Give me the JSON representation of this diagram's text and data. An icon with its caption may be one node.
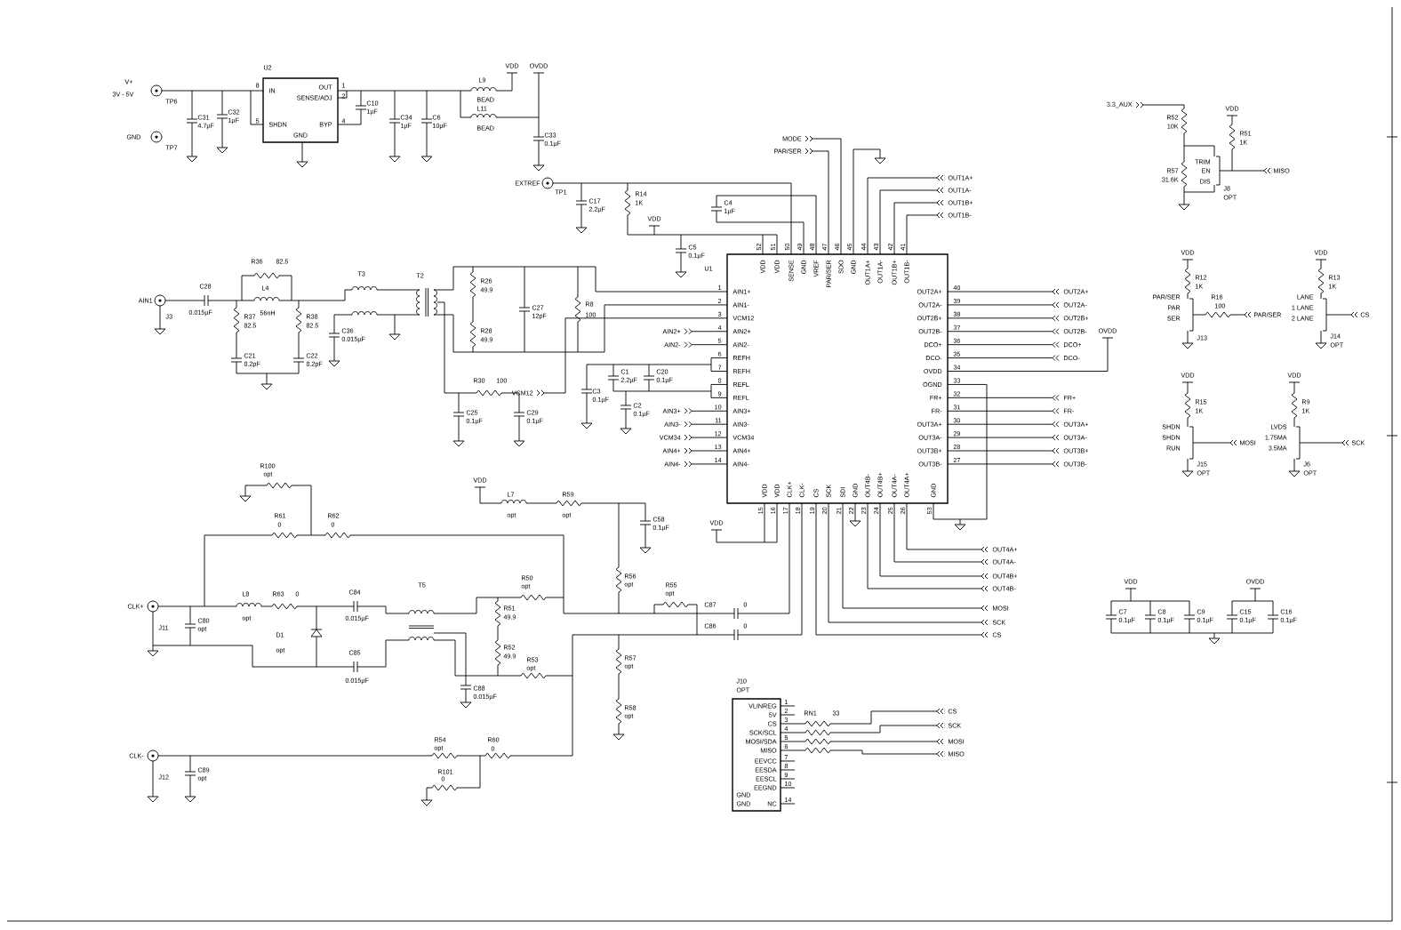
{
  "diagram": {
    "nodes": [
      {
        "text": [
          "U2",
          "IN",
          "SHDN",
          "OUT",
          "SENSE/ADJ",
          "BYP",
          "GND"
        ]
      },
      {
        "text": [
          "U1",
          "AIN1+",
          "AIN1-",
          "VCM12",
          "AIN2+",
          "AIN2-",
          "REFH",
          "REFH",
          "REFL",
          "REFL",
          "AIN3+",
          "AIN3-",
          "VCM34",
          "AIN4+",
          "AIN4-",
          "VDD",
          "VDD",
          "SENSE",
          "GND",
          "VREF",
          "PAR/SER",
          "SDO",
          "GND",
          "OUT1A+",
          "OUT1A-",
          "OUT1B+",
          "OUT1B-",
          "OUT2A+",
          "OUT2A-",
          "OUT2B+",
          "OUT2B-",
          "DCO+",
          "DCO-",
          "OVDD",
          "OGND",
          "FR+",
          "FR-",
          "OUT3A+",
          "OUT3A-",
          "OUT3B+",
          "OUT3B-",
          "VDD",
          "VDD",
          "CLK+",
          "CLK-",
          "CS",
          "SCK",
          "SDI",
          "GND",
          "OUT4B-",
          "OUT4B+",
          "OUT4A-",
          "OUT4A+",
          "GND"
        ]
      },
      {
        "text": [
          "J10",
          "OPT",
          "VLINREG",
          "5V",
          "CS",
          "SCK/SCL",
          "MOSI/SDA",
          "MISO",
          "EEVCC",
          "EESDA",
          "EESCL",
          "EEGND",
          "GND",
          "GND",
          "NC"
        ]
      }
    ],
    "labels": [
      "V+",
      "3V - 5V",
      "TP6",
      "GND",
      "TP7",
      "C31",
      "4.7µF",
      "C32",
      "1µF",
      "8",
      "5",
      "1",
      "2",
      "4",
      "C10",
      "1µF",
      "C34",
      "1µF",
      "C6",
      "10µF",
      "L9",
      "BEAD",
      "L11",
      "BEAD",
      "VDD",
      "OVDD",
      "C33",
      "0.1µF",
      "EXTREF",
      "TP1",
      "C17",
      "2.2µF",
      "R14",
      "1K",
      "VDD",
      "C5",
      "0.1µF",
      "C4",
      "1µF",
      "MODE",
      "PAR/SER",
      "OUT1A+",
      "OUT1A-",
      "OUT1B+",
      "OUT1B-",
      "52",
      "51",
      "50",
      "49",
      "48",
      "47",
      "46",
      "45",
      "44",
      "43",
      "42",
      "41",
      "40",
      "39",
      "38",
      "37",
      "36",
      "35",
      "34",
      "33",
      "32",
      "31",
      "30",
      "29",
      "28",
      "27",
      "15",
      "16",
      "17",
      "18",
      "19",
      "20",
      "21",
      "22",
      "23",
      "24",
      "25",
      "26",
      "53",
      "1",
      "2",
      "3",
      "4",
      "5",
      "6",
      "7",
      "8",
      "9",
      "10",
      "11",
      "12",
      "13",
      "14",
      "AIN2+",
      "AIN2-",
      "AIN3+",
      "AIN3-",
      "VCM34",
      "AIN4+",
      "AIN4-",
      "OUT2A+",
      "OUT2A-",
      "OUT2B+",
      "OUT2B-",
      "DCO+",
      "DCO-",
      "OVDD",
      "FR+",
      "FR-",
      "OUT3A+",
      "OUT3A-",
      "OUT3B+",
      "OUT3B-",
      "AIN1",
      "J3",
      "C28",
      "0.015µF",
      "R36",
      "82.5",
      "L4",
      "56nH",
      "R37",
      "82.5",
      "C21",
      "8.2pF",
      "R38",
      "82.5",
      "C22",
      "8.2pF",
      "T3",
      "C36",
      "0.015µF",
      "T2",
      "R26",
      "49.9",
      "R28",
      "49.9",
      "C27",
      "12pF",
      "R8",
      "100",
      "VCM12",
      "R30",
      "100",
      "C25",
      "0.1µF",
      "C29",
      "0.1µF",
      "C3",
      "0.1µF",
      "C1",
      "2.2µF",
      "C20",
      "0.1µF",
      "C2",
      "0.1µF",
      "R100",
      "opt",
      "R61",
      "0",
      "R62",
      "0",
      "CLK+",
      "J11",
      "C80",
      "opt",
      "L8",
      "opt",
      "R63",
      "0",
      "D1",
      "opt",
      "C84",
      "0.015µF",
      "C85",
      "0.015µF",
      "T5",
      "R50",
      "opt",
      "R51",
      "49.9",
      "R52",
      "49.9",
      "R53",
      "opt",
      "C88",
      "0.015µF",
      "VDD",
      "L7",
      "opt",
      "R59",
      "opt",
      "C58",
      "0.1µF",
      "R56",
      "opt",
      "R55",
      "opt",
      "R57",
      "opt",
      "R58",
      "opt",
      "CLK-",
      "J12",
      "C89",
      "opt",
      "R54",
      "opt",
      "R60",
      "0",
      "R101",
      "0",
      "VDD",
      "C87",
      "0",
      "C86",
      "0",
      "OUT4A+",
      "OUT4A-",
      "OUT4B+",
      "OUT4B-",
      "MOSI",
      "SCK",
      "CS",
      "RN1",
      "33",
      "CS",
      "SCK",
      "MOSI",
      "MISO",
      "1",
      "2",
      "3",
      "4",
      "5",
      "6",
      "7",
      "8",
      "9",
      "10",
      "14",
      "VDD",
      "OVDD",
      "C7",
      "0.1µF",
      "C8",
      "0.1µF",
      "C9",
      "0.1µF",
      "C15",
      "0.1µF",
      "C16",
      "0.1µF",
      "3.3_AUX",
      "R52",
      "10K",
      "R57",
      "31.6K",
      "TRIM",
      "EN",
      "DIS",
      "J8",
      "OPT",
      "VDD",
      "R51",
      "1K",
      "MISO",
      "VDD",
      "R12",
      "1K",
      "PAR/SER",
      "PAR",
      "SER",
      "R16",
      "100",
      "PAR/SER",
      "J13",
      "VDD",
      "R13",
      "1K",
      "LANE",
      "1 LANE",
      "2 LANE",
      "CS",
      "J14",
      "OPT",
      "VDD",
      "R15",
      "1K",
      "SHDN",
      "SHDN",
      "RUN",
      "MOSI",
      "J15",
      "OPT",
      "VDD",
      "R9",
      "1K",
      "LVDS",
      "1.75MA",
      "3.5MA",
      "SCK",
      "J6",
      "OPT"
    ]
  }
}
